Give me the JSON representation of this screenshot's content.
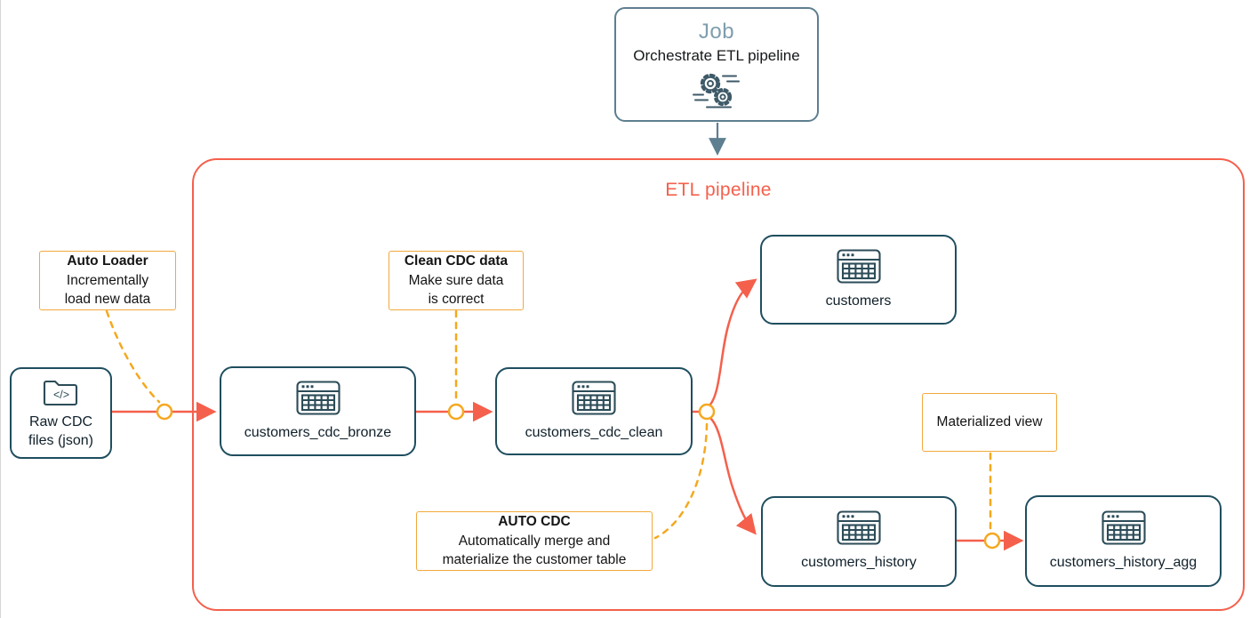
{
  "colors": {
    "coral": "#F4604C",
    "amber": "#F5A81F",
    "annotation_border": "#F2A93C",
    "node_border_teal": "#1F4E5F",
    "job_border_slate": "#5E7F90",
    "job_title_slate": "#7E9EAE",
    "text_dark": "#10202a"
  },
  "job": {
    "title": "Job",
    "subtitle": "Orchestrate ETL pipeline",
    "icon": "gears-icon"
  },
  "pipeline": {
    "title": "ETL pipeline"
  },
  "nodes": [
    {
      "id": "raw-cdc-files",
      "label": "Raw CDC\nfiles (json)",
      "icon": "folder-code-icon"
    },
    {
      "id": "customers-cdc-bronze",
      "label": "customers_cdc_bronze",
      "icon": "table-icon"
    },
    {
      "id": "customers-cdc-clean",
      "label": "customers_cdc_clean",
      "icon": "table-icon"
    },
    {
      "id": "customers",
      "label": "customers",
      "icon": "table-icon"
    },
    {
      "id": "customers-history",
      "label": "customers_history",
      "icon": "table-icon"
    },
    {
      "id": "customers-history-agg",
      "label": "customers_history_agg",
      "icon": "table-icon"
    }
  ],
  "annotations": [
    {
      "id": "auto-loader",
      "title": "Auto Loader",
      "body": "Incrementally\nload new data"
    },
    {
      "id": "clean-cdc-data",
      "title": "Clean CDC data",
      "body": "Make sure data\nis correct"
    },
    {
      "id": "auto-cdc",
      "title": "AUTO CDC",
      "body": "Automatically merge and\nmaterialize the customer table"
    },
    {
      "id": "materialized-view",
      "title": "Materialized view",
      "body": ""
    }
  ],
  "icons": {
    "folder_glyph": "</>"
  }
}
